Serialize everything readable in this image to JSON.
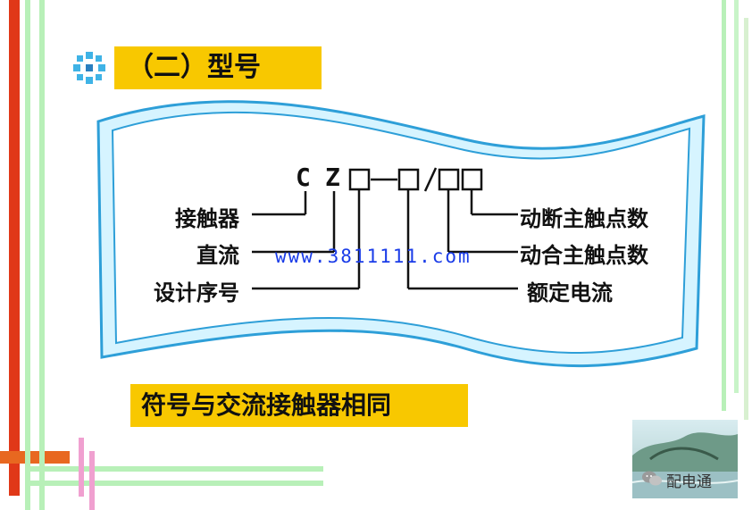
{
  "title": "（二）型号",
  "model_code": {
    "c": "C",
    "z": "Z"
  },
  "left_labels": {
    "contactor": "接触器",
    "dc": "直流",
    "design_seq": "设计序号"
  },
  "right_labels": {
    "moving_break": "动断主触点数",
    "moving_make": "动合主触点数",
    "rated_current": "额定电流"
  },
  "watermark": "www.3811111.com",
  "note": "符号与交流接触器相同",
  "brand": "配电通",
  "colors": {
    "accent_yellow": "#f8c800",
    "banner_fill": "#d6f4ff",
    "banner_stroke": "#2e9fd8",
    "bar_green": "#b8f0b8",
    "bar_pink": "#f0a0d0",
    "bar_red": "#e03818",
    "watermark_blue": "#1a3ce8"
  }
}
